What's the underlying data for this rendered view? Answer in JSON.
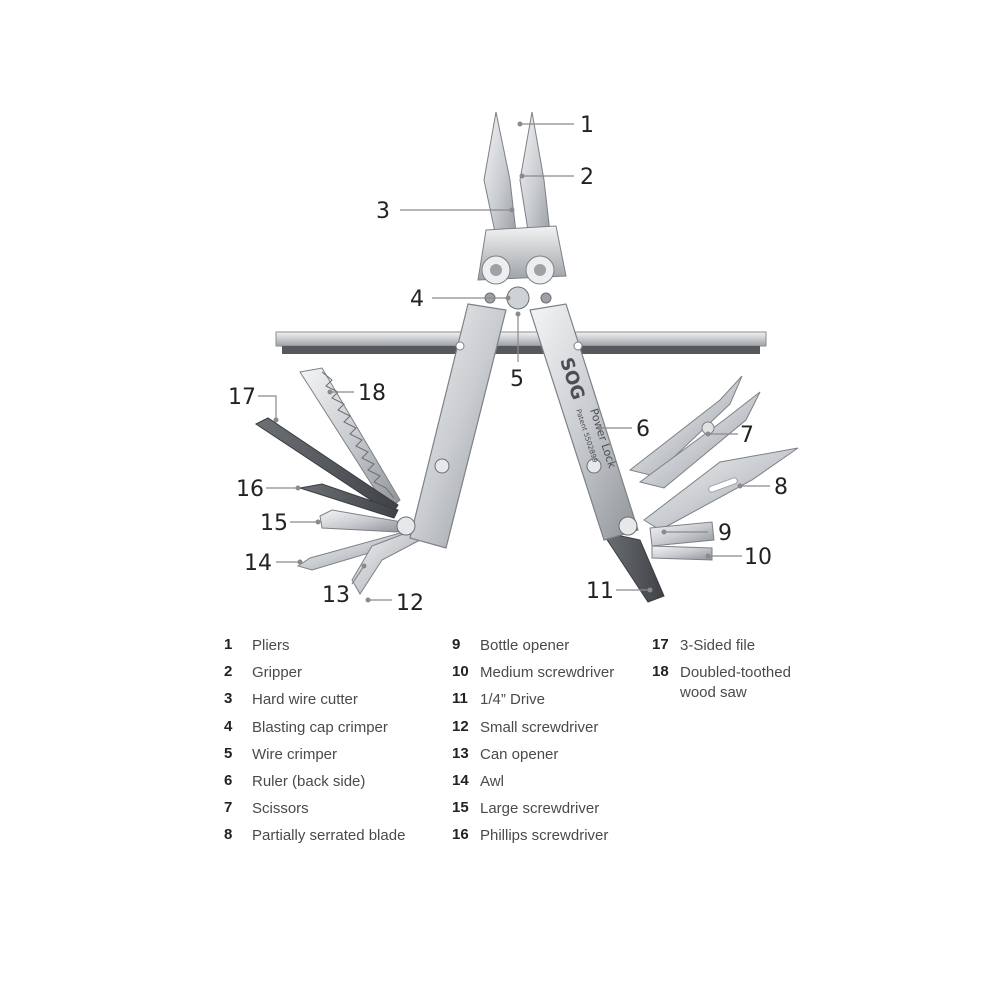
{
  "brand": "SOG",
  "model_text": "Power Lock",
  "patent_text": "Patent 5502899",
  "callouts": [
    "1",
    "2",
    "3",
    "4",
    "5",
    "6",
    "7",
    "8",
    "9",
    "10",
    "11",
    "12",
    "13",
    "14",
    "15",
    "16",
    "17",
    "18"
  ],
  "legend": {
    "col1": [
      {
        "num": "1",
        "label": "Pliers"
      },
      {
        "num": "2",
        "label": "Gripper"
      },
      {
        "num": "3",
        "label": "Hard wire cutter"
      },
      {
        "num": "4",
        "label": "Blasting cap crimper"
      },
      {
        "num": "5",
        "label": "Wire crimper"
      },
      {
        "num": "6",
        "label": "Ruler (back side)"
      },
      {
        "num": "7",
        "label": "Scissors"
      },
      {
        "num": "8",
        "label": "Partially serrated blade"
      }
    ],
    "col2": [
      {
        "num": "9",
        "label": "Bottle opener"
      },
      {
        "num": "10",
        "label": "Medium screwdriver"
      },
      {
        "num": "11",
        "label": "1/4” Drive"
      },
      {
        "num": "12",
        "label": "Small screwdriver"
      },
      {
        "num": "13",
        "label": "Can opener"
      },
      {
        "num": "14",
        "label": "Awl"
      },
      {
        "num": "15",
        "label": "Large screwdriver"
      },
      {
        "num": "16",
        "label": "Phillips screwdriver"
      }
    ],
    "col3": [
      {
        "num": "17",
        "label": "3-Sided file"
      },
      {
        "num": "18",
        "label": "Doubled-toothed wood saw"
      }
    ]
  },
  "colors": {
    "steel_light": "#e6e8ea",
    "steel_mid": "#b9bdc1",
    "steel_dark": "#7d8186",
    "leader": "#8a8a8a",
    "text": "#222222"
  }
}
